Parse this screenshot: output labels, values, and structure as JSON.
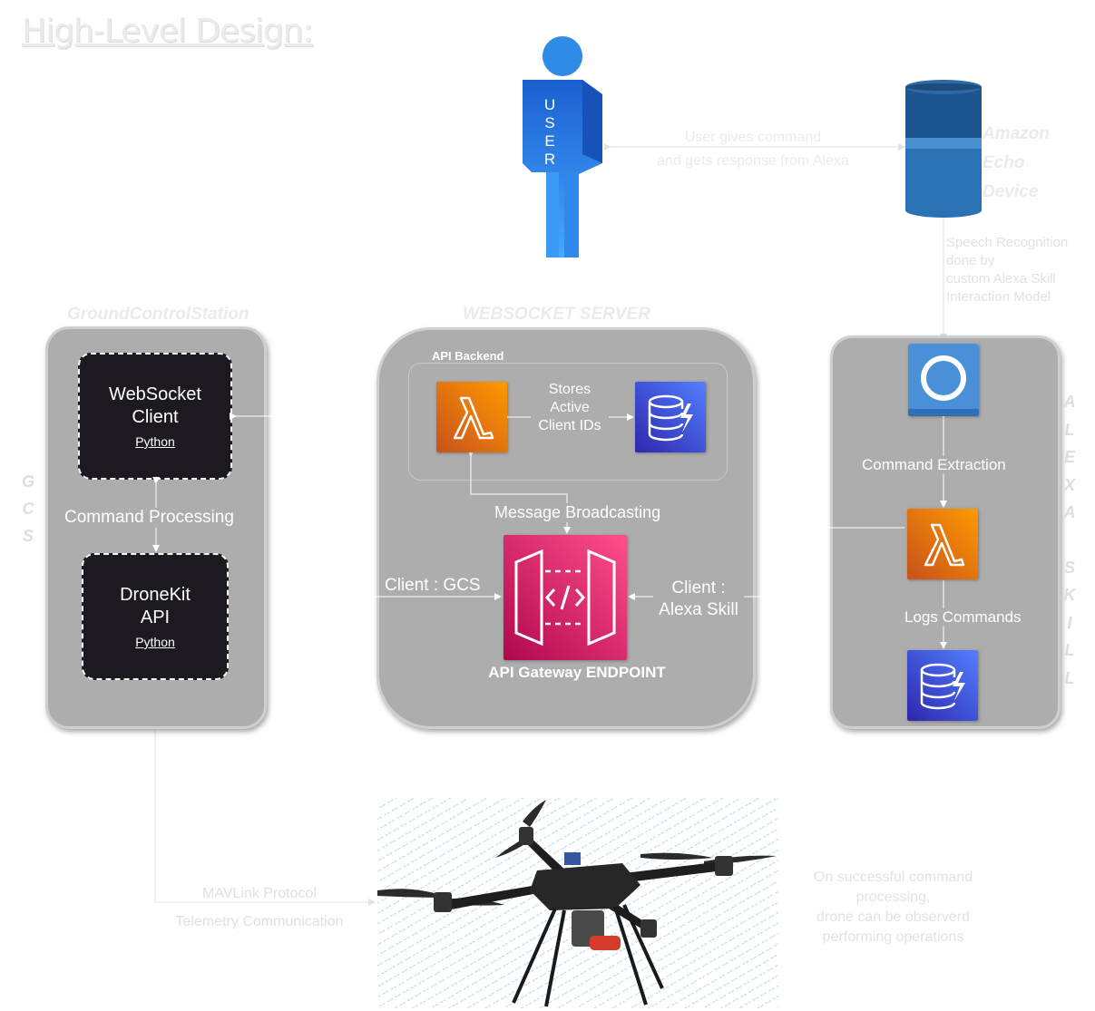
{
  "title": "High-Level Design:",
  "user": {
    "letters": [
      "U",
      "S",
      "E",
      "R"
    ]
  },
  "user_echo_edge": {
    "line1": "User gives command",
    "line2": "and gets response from Alexa"
  },
  "echo": {
    "line1": "Amazon",
    "line2": "Echo",
    "line3": "Device"
  },
  "speech_edge": {
    "lines": [
      "Speech Recognition",
      "done by",
      "custom Alexa Skill",
      "Interaction Model"
    ]
  },
  "gcs": {
    "heading": "GroundControlStation",
    "side_letters": [
      "G",
      "C",
      "S"
    ],
    "websocket_client": {
      "line1": "WebSocket",
      "line2": "Client",
      "lang": "Python"
    },
    "dronekit": {
      "line1": "DroneKit",
      "line2": "API",
      "lang": "Python"
    },
    "command_processing": {
      "left": "Command",
      "right": "Processing"
    }
  },
  "ws_server": {
    "heading": "WEBSOCKET SERVER",
    "api_backend": "API Backend",
    "stores": {
      "line1": "Stores",
      "line2": "Active",
      "line3": "Client IDs"
    },
    "message_broadcasting": {
      "left": "Message",
      "right": "Broadcasting"
    },
    "client_gcs": "Client : GCS",
    "client_alexa": {
      "line1": "Client :",
      "line2": "Alexa Skill"
    },
    "gateway_label": "API Gateway ENDPOINT"
  },
  "alexa": {
    "side_letters": [
      "A",
      "L",
      "E",
      "X",
      "A",
      "",
      "S",
      "K",
      "I",
      "L",
      "L"
    ],
    "command_extraction": {
      "left": "Command",
      "right": "Extraction"
    },
    "logs_commands": {
      "left": "Logs",
      "right": "Commands"
    }
  },
  "mavlink": {
    "line1": "MAVLink Protocol",
    "line2": "Telemetry Communication"
  },
  "drone_note": {
    "lines": [
      "On successful command",
      "processing,",
      "drone can be observerd",
      "performing operations"
    ]
  },
  "colors": {
    "panel": "#adadad",
    "dark_box": "#1c1a20",
    "lambda_orange": "#e8760e",
    "dynamodb_blue": "#3b48cc",
    "gateway_pink": "#e7157b",
    "alexa_blue": "#4a90d9",
    "user_blue": "#2a7fe0"
  },
  "icons": [
    "user-figure-icon",
    "echo-cylinder-icon",
    "lambda-icon",
    "dynamodb-icon",
    "api-gateway-icon",
    "alexa-ring-icon",
    "drone-icon"
  ]
}
